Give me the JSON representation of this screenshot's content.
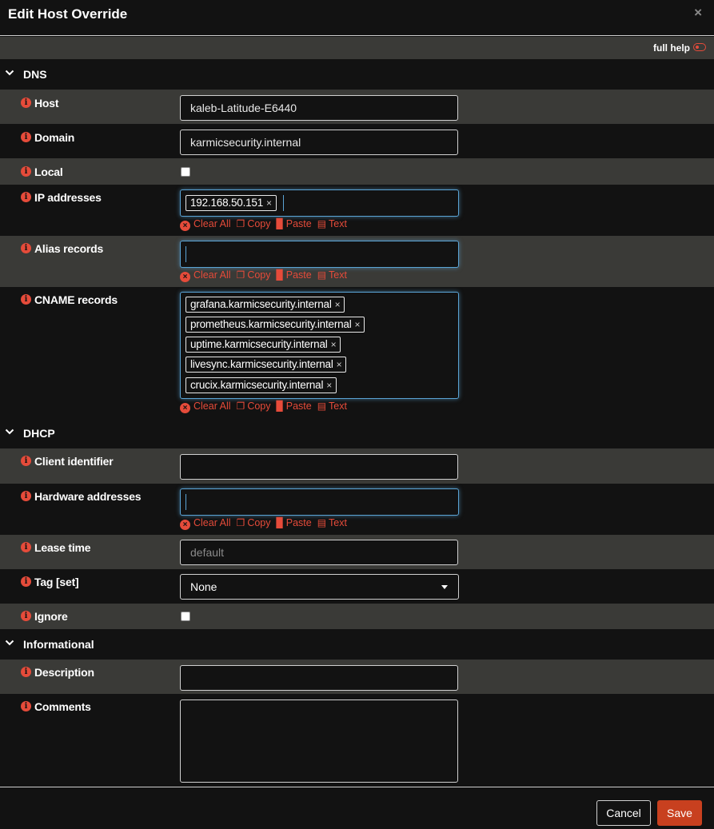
{
  "dialog": {
    "title": "Edit Host Override",
    "close_glyph": "×"
  },
  "helpbar": {
    "full_help_label": "full help",
    "toggle_icon": "toggle-icon"
  },
  "sections": {
    "dns": "DNS",
    "dhcp": "DHCP",
    "informational": "Informational"
  },
  "info_glyph": "i",
  "tools": {
    "clear_all": "Clear All",
    "copy": "Copy",
    "paste": "Paste",
    "text": "Text"
  },
  "fields": {
    "host": {
      "label": "Host",
      "value": "kaleb-Latitude-E6440"
    },
    "domain": {
      "label": "Domain",
      "value": "karmicsecurity.internal"
    },
    "local": {
      "label": "Local",
      "checked": false
    },
    "ip_addresses": {
      "label": "IP addresses",
      "tags": [
        "192.168.50.151"
      ]
    },
    "alias_records": {
      "label": "Alias records",
      "tags": []
    },
    "cname_records": {
      "label": "CNAME records",
      "tags": [
        "grafana.karmicsecurity.internal",
        "prometheus.karmicsecurity.internal",
        "uptime.karmicsecurity.internal",
        "livesync.karmicsecurity.internal",
        "crucix.karmicsecurity.internal"
      ]
    },
    "client_identifier": {
      "label": "Client identifier",
      "value": ""
    },
    "hardware_addresses": {
      "label": "Hardware addresses",
      "tags": []
    },
    "lease_time": {
      "label": "Lease time",
      "placeholder": "default"
    },
    "tag_set": {
      "label": "Tag [set]",
      "selected": "None"
    },
    "ignore": {
      "label": "Ignore",
      "checked": false
    },
    "description": {
      "label": "Description",
      "value": ""
    },
    "comments": {
      "label": "Comments",
      "value": ""
    }
  },
  "tag_remove_glyph": "×",
  "footer": {
    "cancel_label": "Cancel",
    "save_label": "Save"
  },
  "colors": {
    "accent": "#e54b3a",
    "save_button": "#c8401f",
    "row_alt": "#3a3a37",
    "background": "#121212",
    "focus": "#5aa3d4"
  }
}
